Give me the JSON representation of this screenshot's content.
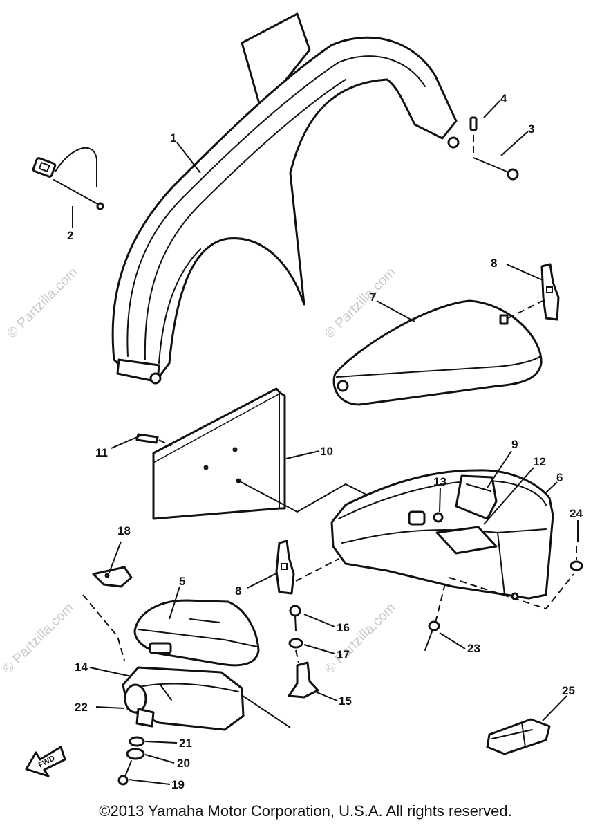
{
  "watermark": "© Partzilla.com",
  "copyright": "©2013 Yamaha Motor Corporation, U.S.A. All rights reserved.",
  "front_marker": "FWD",
  "callouts": {
    "c1": "1",
    "c2": "2",
    "c3": "3",
    "c4": "4",
    "c5": "5",
    "c6": "6",
    "c7": "7",
    "c8a": "8",
    "c8b": "8",
    "c9": "9",
    "c10": "10",
    "c11": "11",
    "c12": "12",
    "c13": "13",
    "c14": "14",
    "c15": "15",
    "c16": "16",
    "c17": "17",
    "c18": "18",
    "c19": "19",
    "c20": "20",
    "c21": "21",
    "c22": "22",
    "c23": "23",
    "c24": "24",
    "c25": "25"
  }
}
